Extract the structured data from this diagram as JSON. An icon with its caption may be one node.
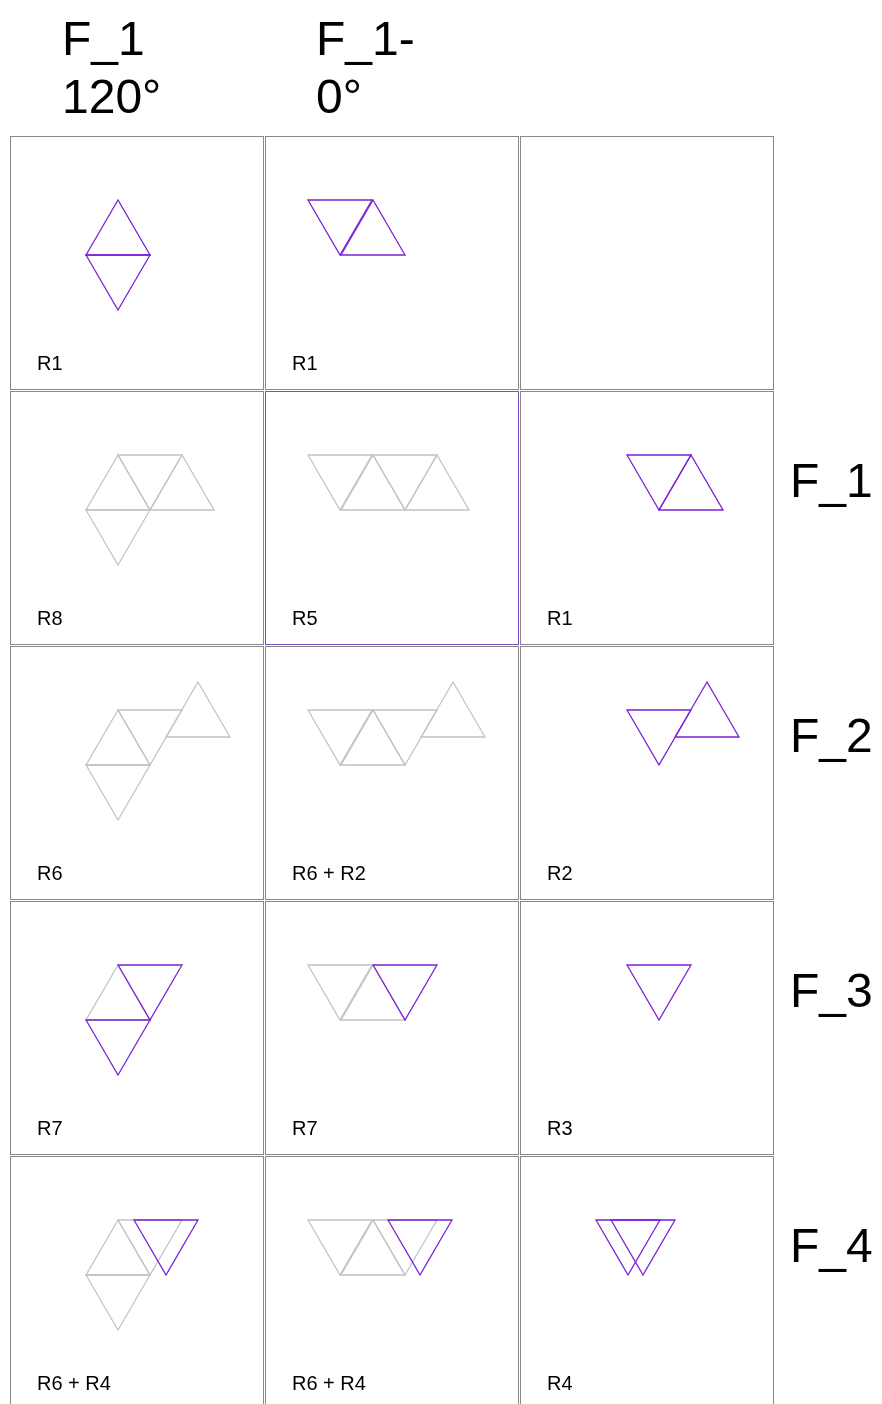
{
  "diagram": {
    "labels": [
      "F_1 120°",
      "F_1- 0°",
      "R1",
      "R1",
      "R8",
      "R5",
      "R1",
      "F_1",
      "R6",
      "R6 + R2",
      "R2",
      "F_2",
      "R7",
      "R7",
      "R3",
      "F_3",
      "R6 + R4",
      "R6 + R4",
      "R4",
      "F_4"
    ]
  }
}
